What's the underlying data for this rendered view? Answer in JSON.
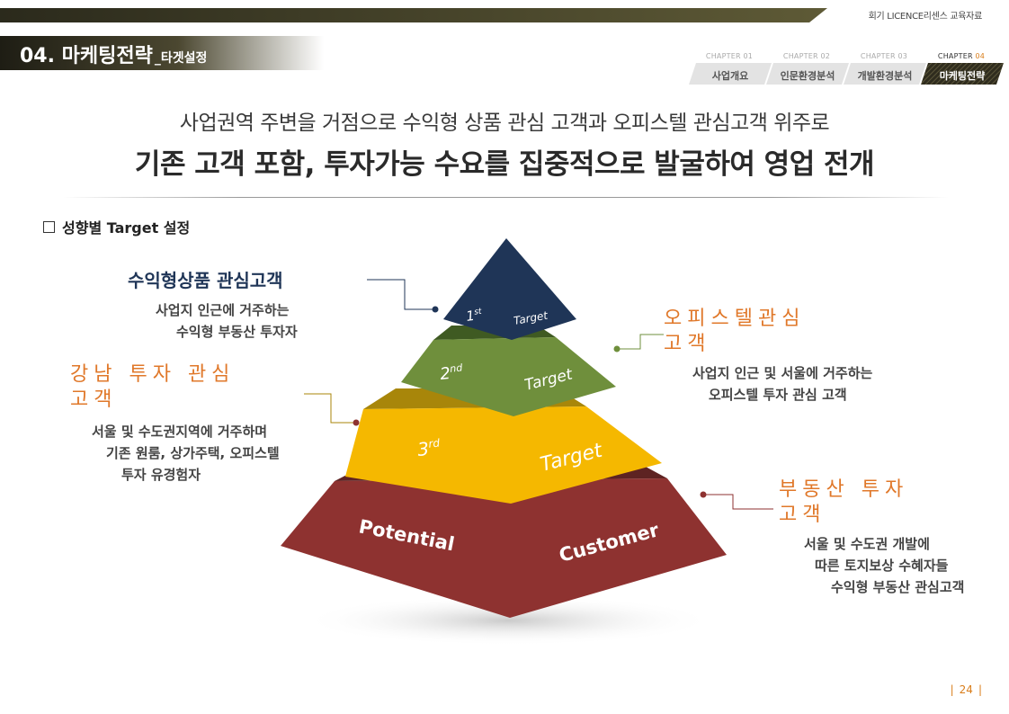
{
  "header": {
    "note": "회기 LICENCE리센스 교육자료"
  },
  "title": {
    "main": "04. 마케팅전략",
    "sub": "_타겟설정"
  },
  "chapters": [
    {
      "prefix": "CHAPTER ",
      "num": "01",
      "label": "사업개요"
    },
    {
      "prefix": "CHAPTER ",
      "num": "02",
      "label": "인문환경분석"
    },
    {
      "prefix": "CHAPTER ",
      "num": "03",
      "label": "개발환경분석"
    },
    {
      "prefix": "CHAPTER ",
      "num": "04",
      "label": "마케팅전략",
      "active": true
    }
  ],
  "headline": {
    "line1": "사업권역 주변을 거점으로 수익형 상품 관심 고객과 오피스텔 관심고객 위주로",
    "line2": "기존 고객 포함, 투자가능 수요를 집중적으로 발굴하여 영업 전개"
  },
  "section": {
    "heading": "성향별 Target 설정"
  },
  "pyramid": {
    "tier1": {
      "ord": "1",
      "sup": "st",
      "word": "Target"
    },
    "tier2": {
      "ord": "2",
      "sup": "nd",
      "word": "Target"
    },
    "tier3": {
      "ord": "3",
      "sup": "rd",
      "word": "Target"
    },
    "tier4": {
      "left": "Potential",
      "right": "Customer"
    }
  },
  "groups": {
    "income": {
      "title": "수익형상품 관심고객",
      "desc": [
        "사업지 인근에 거주하는",
        "수익형 부동산 투자자"
      ]
    },
    "officetel": {
      "title": [
        "오피스텔관심",
        "고객"
      ],
      "desc": [
        "사업지 인근 및 서울에 거주하는",
        "오피스텔 투자 관심 고객"
      ]
    },
    "gangnam": {
      "title": [
        "강남 투자 관심",
        "고객"
      ],
      "desc": [
        "서울 및 수도권지역에 거주하며",
        "기존 원룸, 상가주택, 오피스텔",
        "투자 유경험자"
      ]
    },
    "realestate": {
      "title": [
        "부동산 투자",
        "고객"
      ],
      "desc": [
        "서울 및 수도권 개발에",
        "따른 토지보상 수혜자들",
        "수익형 부동산 관심고객"
      ]
    }
  },
  "colors": {
    "navy": "#1f3557",
    "green": "#6f8f3c",
    "yellow": "#f5b800",
    "red": "#8e3230",
    "orange": "#e0782a"
  },
  "page": {
    "number": "24"
  }
}
